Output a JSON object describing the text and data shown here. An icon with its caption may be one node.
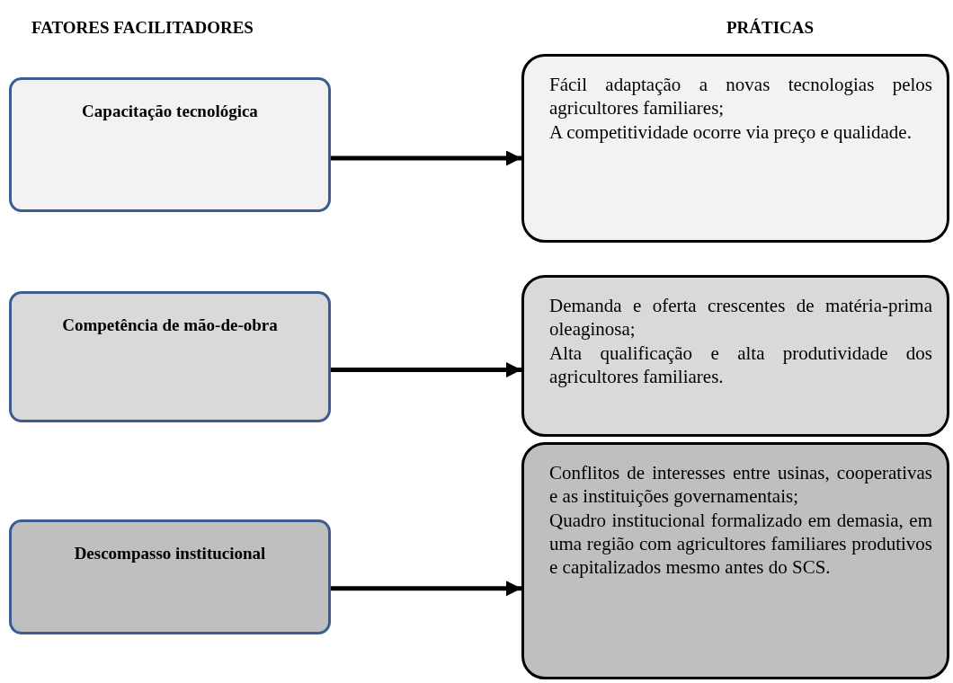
{
  "diagram": {
    "nodes": [
      {
        "text": [
          "Capacitação tecnológica"
        ]
      },
      {
        "text": [
          "Fácil adaptação a novas tecnologias pelos agricultores familiares;",
          "A competitividade ocorre via preço e qualidade."
        ]
      },
      {
        "text": [
          "Competência de mão-de-obra"
        ]
      },
      {
        "text": [
          "Demanda e oferta crescentes de matéria-prima oleaginosa;",
          "Alta qualificação e alta produtividade dos agricultores familiares."
        ]
      },
      {
        "text": [
          "Descompasso institucional"
        ]
      },
      {
        "text": [
          "Conflitos de interesses entre usinas, cooperativas e as instituições governamentais;",
          "Quadro institucional formalizado em demasia, em uma região com agricultores familiares produtivos e capitalizados mesmo antes do SCS."
        ]
      }
    ],
    "edges": [
      {
        "from": 0,
        "to": 1,
        "arrow": "to"
      },
      {
        "from": 2,
        "to": 3,
        "arrow": "to"
      },
      {
        "from": 4,
        "to": 5,
        "arrow": "to"
      }
    ],
    "labels": [
      "FATORES FACILITADORES",
      "PRÁTICAS"
    ]
  }
}
